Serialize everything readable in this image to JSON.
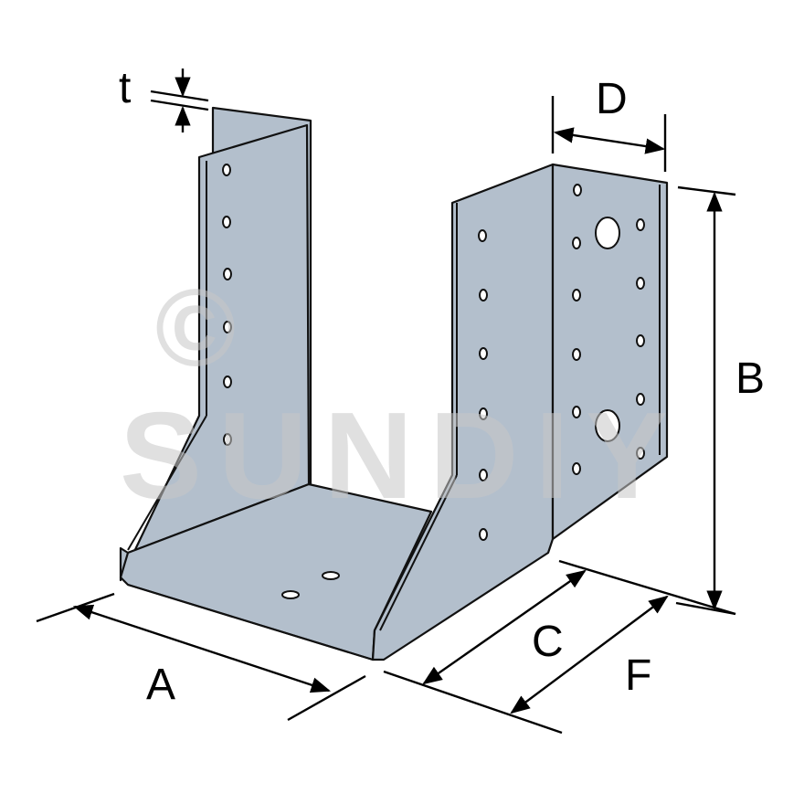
{
  "title": "Joist hanger dimension diagram",
  "watermark": {
    "symbol": "©",
    "text": "SUNDIY"
  },
  "dimension_labels": {
    "t": "t",
    "D": "D",
    "B": "B",
    "C": "C",
    "F": "F",
    "A": "A"
  },
  "colors": {
    "metal": "#b3bfcc",
    "outline": "#111111",
    "watermark": "#c8c8c8"
  }
}
